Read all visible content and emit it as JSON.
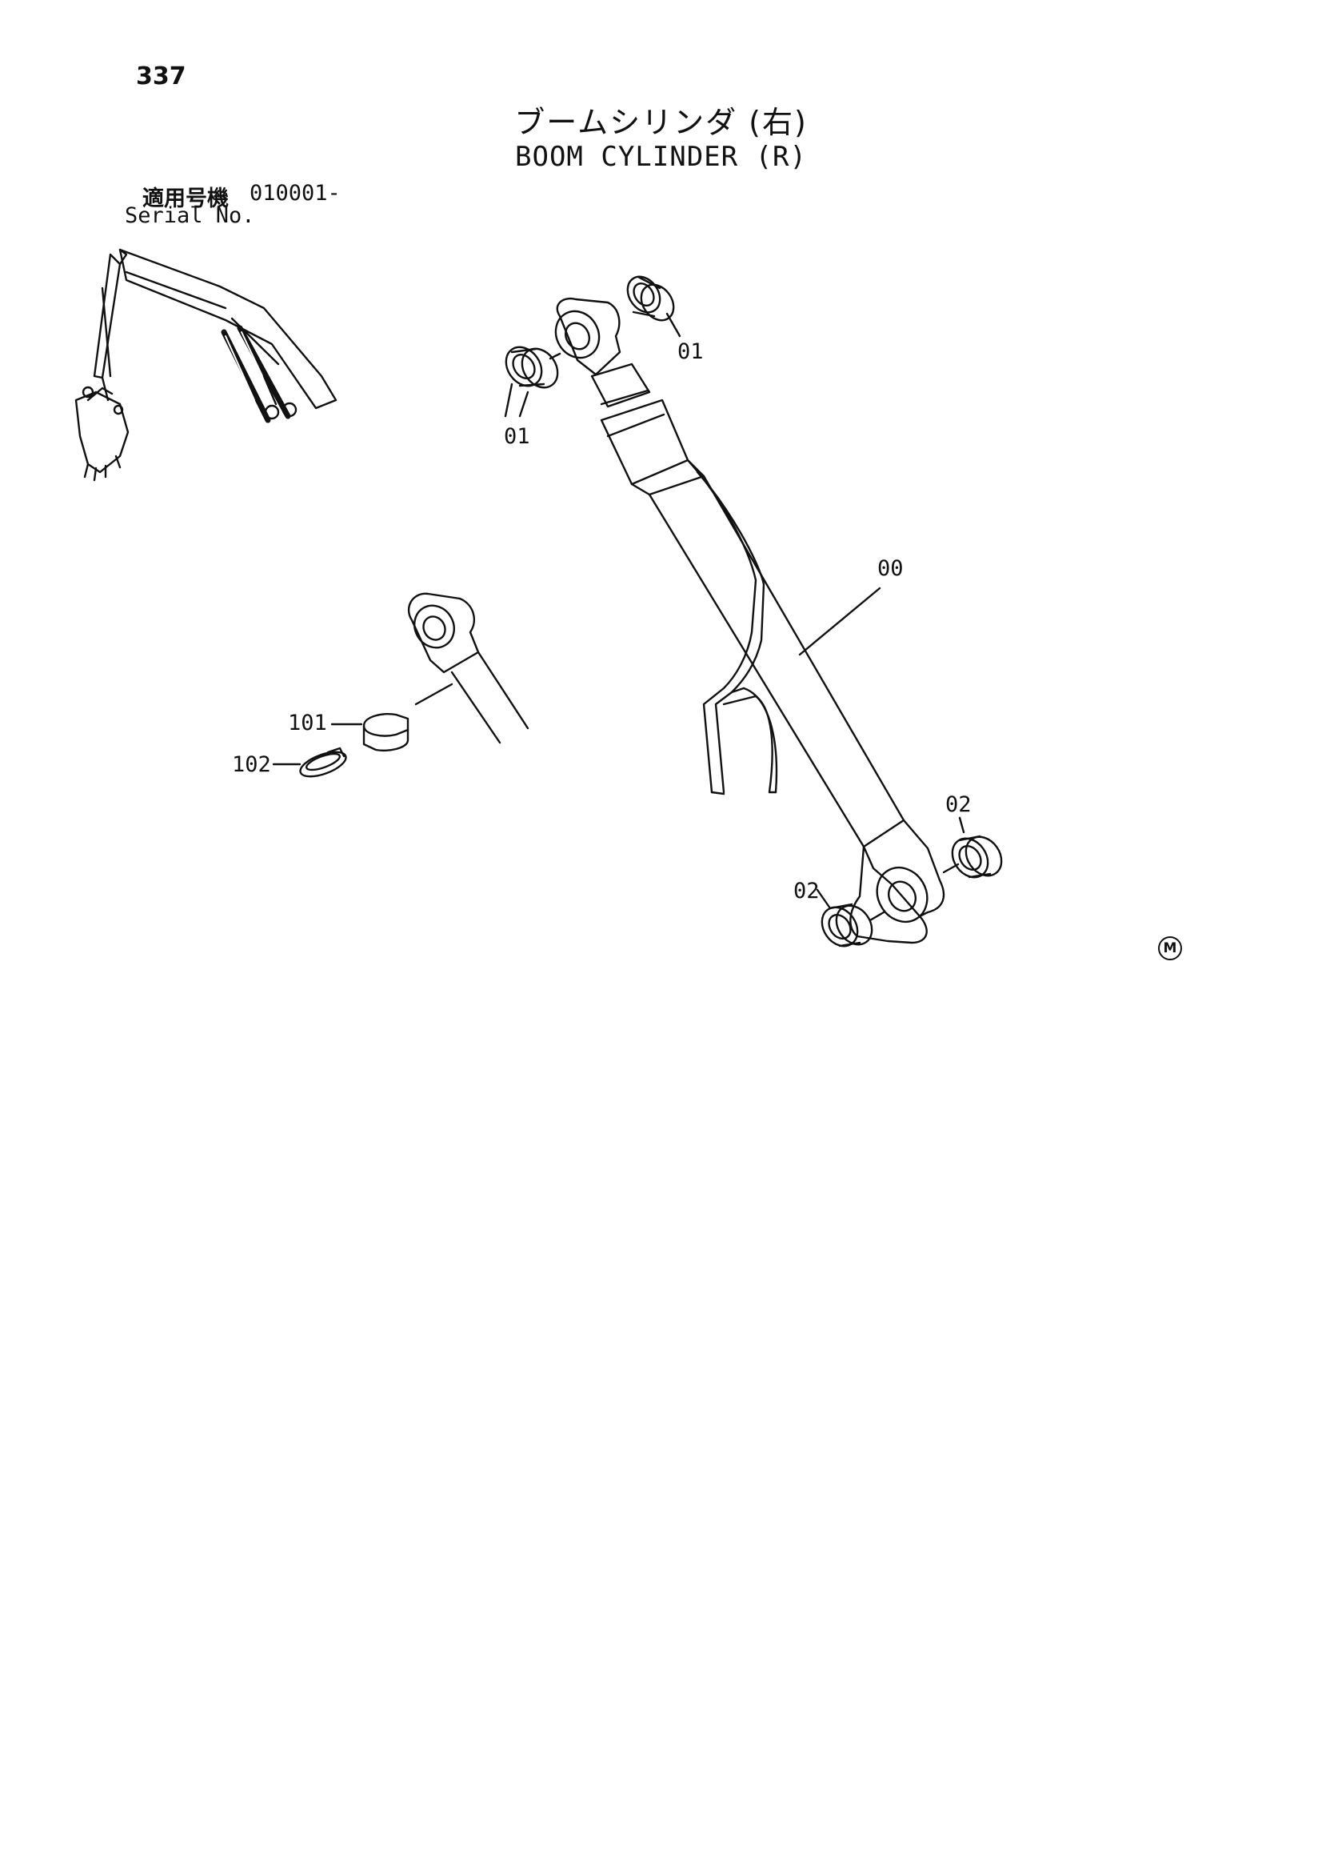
{
  "header": {
    "page_number": "337",
    "title_ja": "ブームシリンダ (右)",
    "title_en": "BOOM CYLINDER (R)",
    "serial_label_ja": "適用号機",
    "serial_value": "010001-",
    "serial_label_en": "Serial No."
  },
  "callouts": {
    "upper_right_bushing": "01",
    "upper_left_bushing": "01",
    "cylinder_assembly": "00",
    "lower_right_bushing": "02",
    "lower_left_bushing": "02",
    "seal_101": "101",
    "seal_102": "102"
  },
  "marking": "M",
  "colors": {
    "line": "#111111",
    "background": "#ffffff"
  }
}
